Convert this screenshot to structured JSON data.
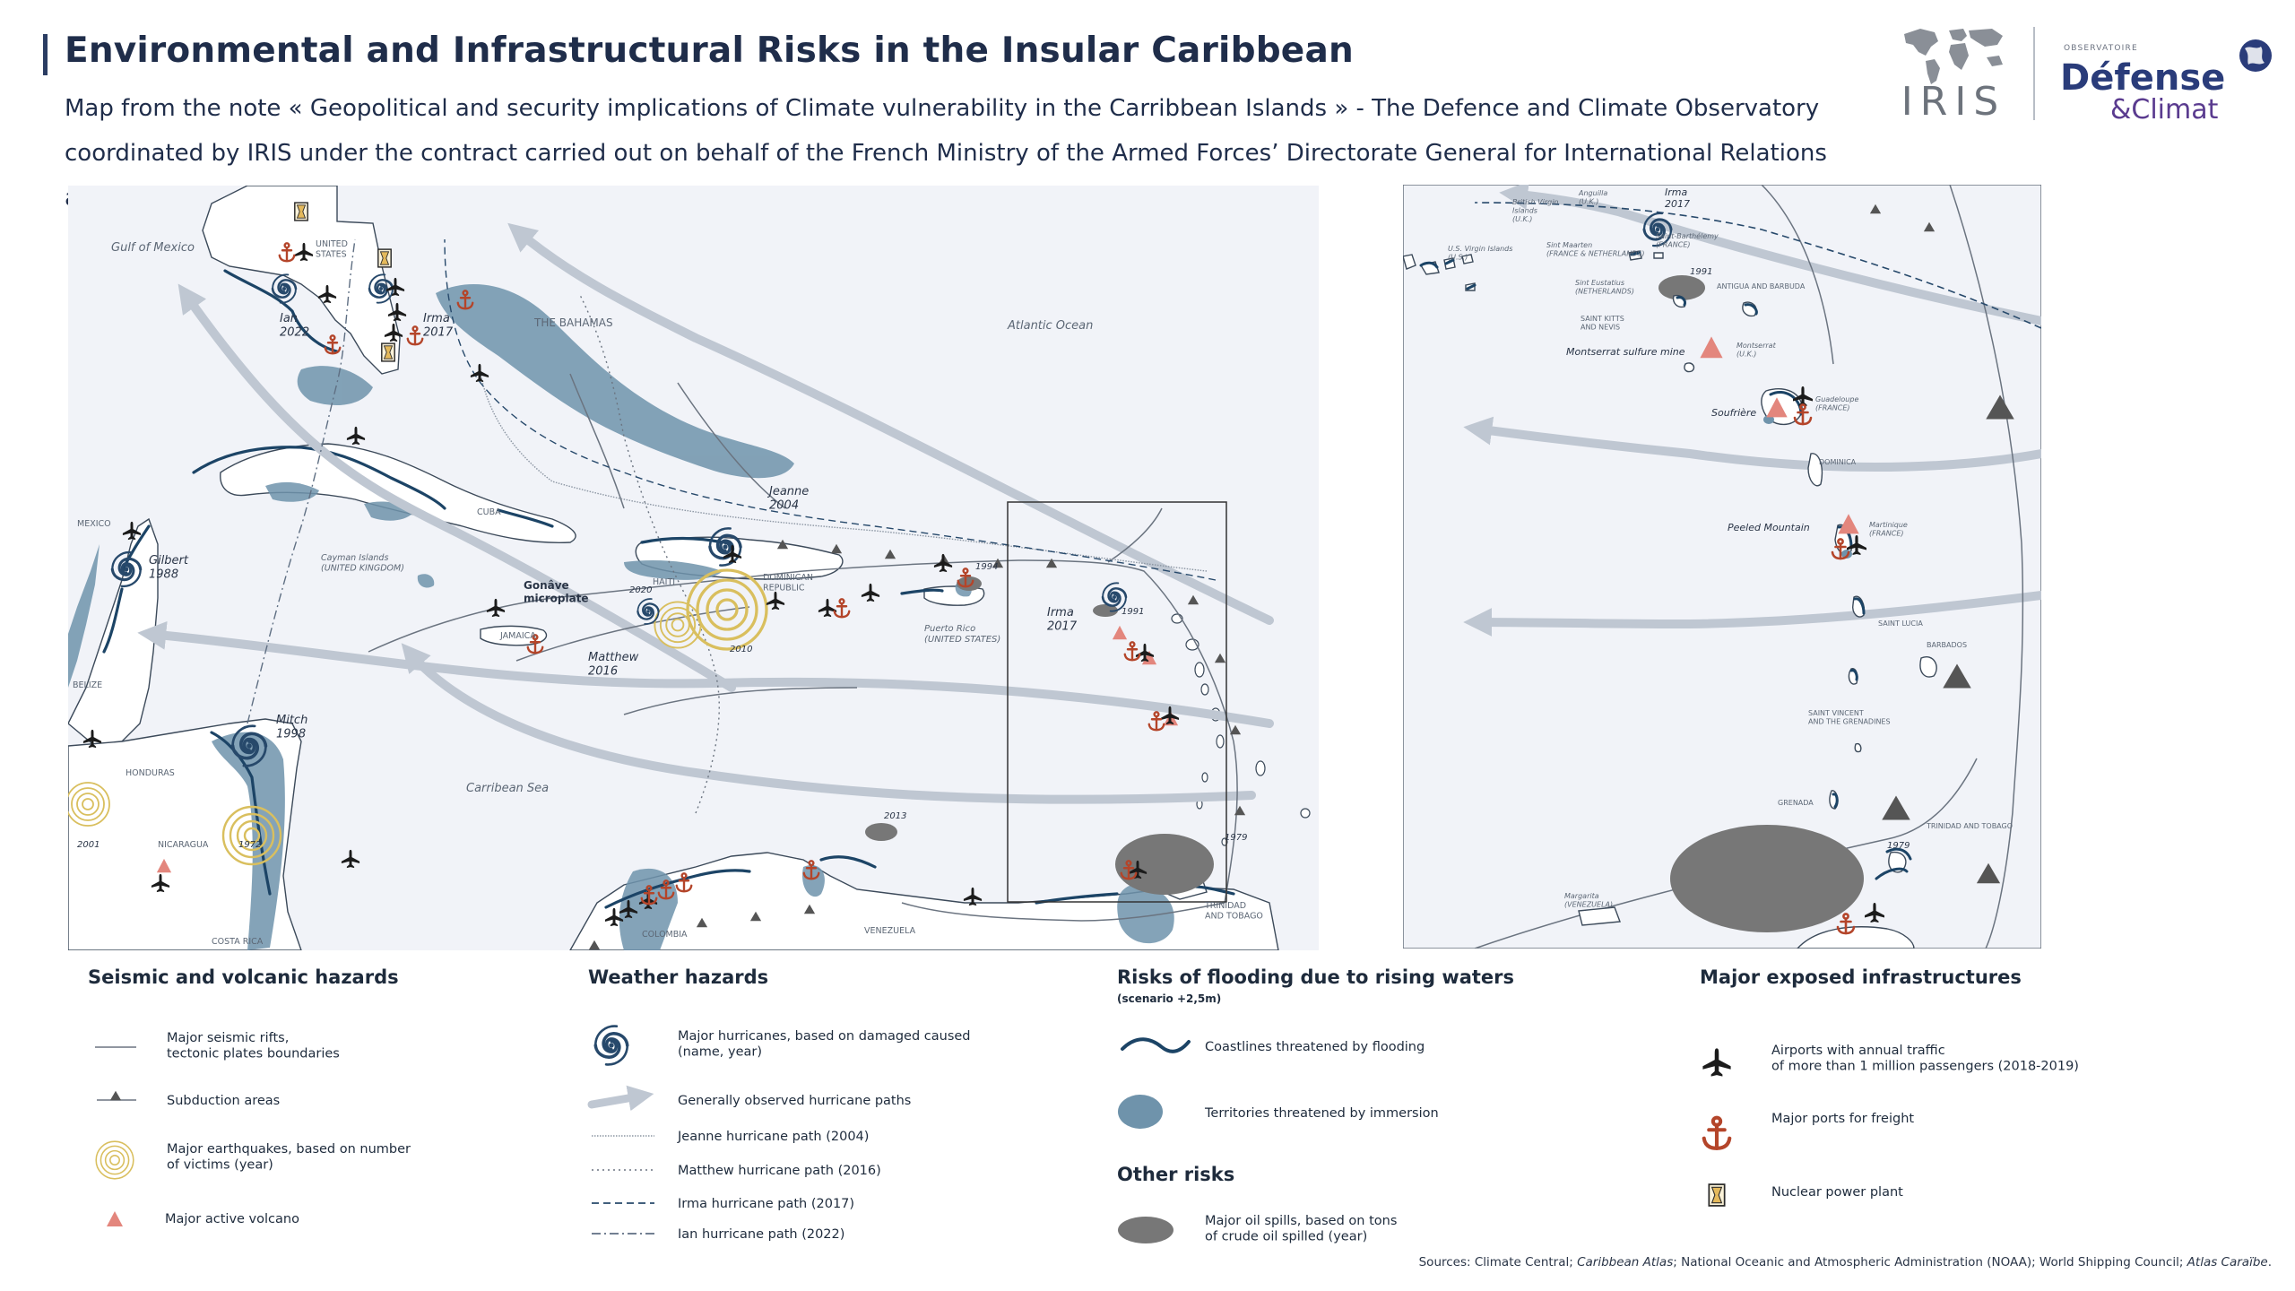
{
  "header": {
    "title": "Environmental and Infrastructural Risks in the Insular Caribbean",
    "subtitle": "Map from the note « Geopolitical and security implications of Climate vulnerability in the Carribbean Islands » - The Defence and Climate Observatory coordinated by IRIS under the contract carried out on behalf of the French Ministry of the Armed Forces’ Directorate General for International Relations and Strategy (DGRIS)"
  },
  "logos": {
    "iris_text": "IRIS",
    "dc_observatory": "OBSERVATOIRE",
    "dc_defense": "Défense",
    "dc_climat": "&Climat"
  },
  "colors": {
    "sea": "#f1f3f8",
    "land": "#ffffff",
    "coast_outline": "#3c4a5a",
    "flood_coast": "#1c4466",
    "immersion": "#6f93ab",
    "hurricane_path": "#bfc7d2",
    "port": "#b4452a",
    "volcano": "#e3867d",
    "earthquake": "#d9bf5e",
    "oil_spill": "#777777"
  },
  "map_main": {
    "labels": {
      "gulf": "Gulf of Mexico",
      "us": "UNITED\nSTATES",
      "bahamas": "THE BAHAMAS",
      "atlantic": "Atlantic Ocean",
      "mexico": "MEXICO",
      "cuba": "CUBA",
      "cayman": "Cayman Islands\n(UNITED KINGDOM)",
      "gonave": "Gonâve\nmicroplate",
      "jamaica": "JAMAICA",
      "haiti": "HAITI",
      "dr": "DOMINICAN\nREPUBLIC",
      "pr": "Puerto Rico\n(UNITED STATES)",
      "belize": "BELIZE",
      "honduras": "HONDURAS",
      "nicaragua": "NICARAGUA",
      "costarica": "COSTA RICA",
      "caribsea": "Carribean Sea",
      "colombia": "COLOMBIA",
      "venezuela": "VENEZUELA",
      "trinidad": "TRINIDAD\nAND TOBAGO"
    },
    "hurricanes": {
      "ian": "Ian\n2022",
      "irma_us": "Irma\n2017",
      "jeanne": "Jeanne\n2004",
      "gilbert": "Gilbert\n1988",
      "matthew": "Matthew\n2016",
      "irma_antilles": "Irma\n2017",
      "mitch": "Mitch\n1998"
    },
    "earthquake_years": {
      "haiti_2020": "2020",
      "haiti_2010": "2010",
      "honduras": "2001",
      "nicaragua": "1972"
    },
    "oil_spill_years": {
      "pr": "1994",
      "antilles": "1991",
      "venezuela": "2013",
      "trinidad": "1979"
    }
  },
  "map_inset": {
    "labels": {
      "bvi": "British Virgin\nIslands\n(U.K.)",
      "anguilla": "Anguilla\n(U.K.)",
      "usvi": "U.S. Virgin Islands\n(U.S.)",
      "sintmaarten": "Sint Maarten\n(FRANCE & NETHERLANDS)",
      "stbarth": "Saint-Barthélemy\n(FRANCE)",
      "eustatius": "Sint Eustatius\n(NETHERLANDS)",
      "antigua": "ANTIGUA AND BARBUDA",
      "stkitts": "SAINT KITTS\nAND NEVIS",
      "montserrat_mine": "Montserrat sulfure mine",
      "montserrat": "Montserrat\n(U.K.)",
      "guadeloupe": "Guadeloupe\n(FRANCE)",
      "soufriere": "Soufrière",
      "dominica": "DOMINICA",
      "peeled": "Peeled Mountain",
      "martinique": "Martinique\n(FRANCE)",
      "stlucia": "SAINT LUCIA",
      "barbados": "BARBADOS",
      "stvincent": "SAINT VINCENT\nAND THE GRENADINES",
      "grenada": "GRENADA",
      "trinidad": "TRINIDAD AND TOBAGO",
      "margarita": "Margarita\n(VENEZUELA)"
    },
    "irma": "Irma\n2017",
    "spill_1991": "1991",
    "spill_1979": "1979"
  },
  "legend": {
    "seismic": {
      "title": "Seismic and volcanic hazards",
      "rifts": "Major seismic rifts,\ntectonic plates boundaries",
      "subduction": "Subduction areas",
      "earthquakes": "Major earthquakes, based on number\nof victims (year)",
      "volcano": "Major active volcano"
    },
    "weather": {
      "title": "Weather hazards",
      "hurricanes": "Major hurricanes, based on damaged caused\n(name, year)",
      "paths": "Generally observed hurricane paths",
      "jeanne": "Jeanne hurricane path (2004)",
      "matthew": "Matthew hurricane path (2016)",
      "irma": "Irma hurricane path (2017)",
      "ian": "Ian hurricane path (2022)"
    },
    "flooding": {
      "title": "Risks of flooding due to rising waters",
      "subtitle": "(scenario +2,5m)",
      "coast": "Coastlines threatened by flooding",
      "immersion": "Territories threatened by immersion"
    },
    "other": {
      "title": "Other risks",
      "oil": "Major oil spills, based on tons\nof crude oil spilled (year)"
    },
    "infra": {
      "title": "Major exposed infrastructures",
      "airports": "Airports with annual traffic\nof more than 1 million passengers (2018-2019)",
      "ports": "Major ports for freight",
      "nuclear": "Nuclear power plant"
    }
  },
  "sources": {
    "prefix": "Sources: Climate Central; ",
    "atlas": "Caribbean Atlas",
    "middle": "; National Oceanic and Atmospheric Administration (NOAA); World Shipping Council; ",
    "atlas2": "Atlas Caraïbe",
    "suffix": "."
  }
}
